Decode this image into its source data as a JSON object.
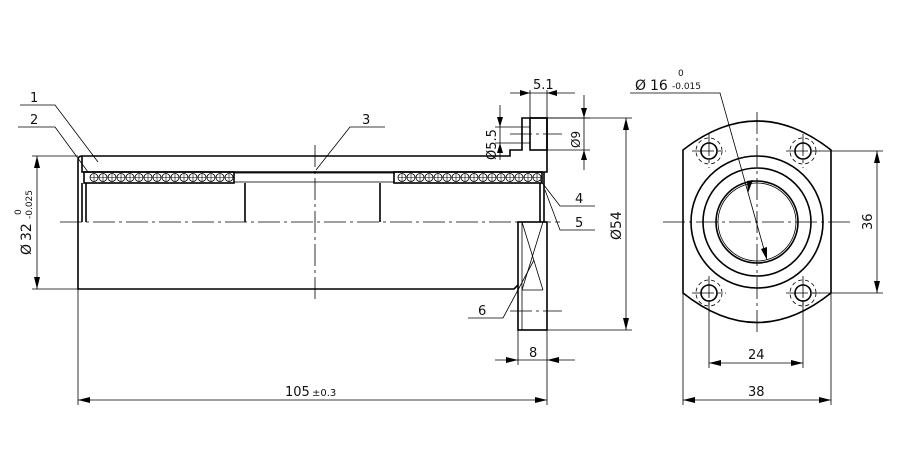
{
  "dimensions": {
    "overall_length": {
      "value": "105",
      "tol": "±0.3"
    },
    "outer_diameter": {
      "prefix": "Ø",
      "value": "32",
      "upper": "0",
      "lower": "-0.025"
    },
    "flange_thickness": "8",
    "flange_diameter": "Ø54",
    "counterbore_depth": "5.1",
    "hole_diameter": "Ø5.5",
    "counterbore_diameter": "Ø9",
    "bore_diameter": {
      "prefix": "Ø",
      "value": "16",
      "upper": "0",
      "lower": "-0.015"
    },
    "hole_spacing_vertical": "36",
    "hole_spacing_horizontal": "24",
    "flange_width": "38"
  },
  "balloons": [
    "1",
    "2",
    "3",
    "4",
    "5",
    "6"
  ]
}
